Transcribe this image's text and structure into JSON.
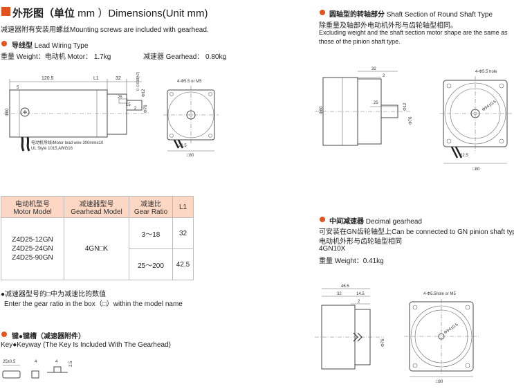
{
  "header": {
    "title_zh": "外形图（单位",
    "title_unit": " mm ）",
    "title_en": "Dimensions(Unit mm)",
    "note": "减速器附有安装用螺丝Mounting screws are included with gearhead."
  },
  "lead_wiring": {
    "label_zh": "导线型",
    "label_en": "Lead Wiring Type",
    "weight_motor": "重量 Weight：电动机 Motor： 1.7kg",
    "weight_gearhead": "减速器 Gearhead： 0.80kg",
    "drawing": {
      "dim_total": "120.5",
      "dim_l1": "L1",
      "dim_32": "32",
      "dim_25": "25",
      "dim_5": "5",
      "dim_2": "2",
      "dim_15": "15",
      "dim_phi80": "Φ80",
      "dim_phi12": "Φ12",
      "dim_phi76": "Φ76",
      "shaft_tol": "0 -0.018(h7)",
      "lead_note": "电动机导线/Motor lead wire 300mm±10",
      "lead_style": "UL Style 1015,AWG16",
      "hole_label": "4-Φ5.5 or M5",
      "dim_22_5": "22.5",
      "dim_sq80": "□80"
    }
  },
  "table": {
    "headers": [
      {
        "zh": "电动机型号",
        "en": "Motor Model"
      },
      {
        "zh": "减速器型号",
        "en": "Gearhead Model"
      },
      {
        "zh": "减速比",
        "en": "Gear Ratio"
      },
      {
        "zh": "L1",
        "en": ""
      }
    ],
    "motor_models": [
      "Z4D25-12GN",
      "Z4D25-24GN",
      "Z4D25-90GN"
    ],
    "gearhead_model": "4GN□K",
    "rows": [
      {
        "ratio": "3～18",
        "l1": "32"
      },
      {
        "ratio": "25～200",
        "l1": "42.5"
      }
    ]
  },
  "gear_note": {
    "zh": "●减速器型号的□中为减速比的数值",
    "en": "Enter the gear ratio in the box（□）within the model name"
  },
  "key": {
    "label": "键●键槽（减速器附件）",
    "desc": "Key●Keyway (The Key Is Included  With The Gearhead)",
    "dim_25": "25±0.5",
    "dim_4": "4",
    "dim_4b": "4",
    "dim_2_5": "2.5"
  },
  "round_shaft": {
    "label_zh": "圆轴型的转轴部分",
    "label_en": "Shaft Section of Round Shaft Type",
    "desc_zh": "除重量及轴部外电动机外形与齿轮轴型相同。",
    "desc_en1": "Excluding weight and the shaft section motor shape are the same as",
    "desc_en2": "those of the pinion shaft type.",
    "drawing": {
      "dim_32": "32",
      "dim_2": "2",
      "dim_25": "25",
      "dim_phi80": "Φ80",
      "dim_phi12": "Φ12",
      "dim_phi76": "Φ76",
      "hole_label": "4-Φ5.5 hole",
      "dim_phi94": "Φ94±0.5",
      "dim_22_5": "22.5",
      "dim_sq80": "□80"
    }
  },
  "decimal": {
    "label_zh": "中间减速器",
    "label_en": "Decimal gearhead",
    "line1": "可安装在GN齿轮轴型上Can be connected to GN pinion shaft type",
    "line2": "电动机外形与齿轮轴型相同",
    "model": "4GN10X",
    "weight": "重量 Weight：0.41kg",
    "drawing": {
      "dim_46_5": "46.5",
      "dim_32": "32",
      "dim_14_5": "14.5",
      "dim_2": "2",
      "dim_phi76": "Φ76",
      "hole_label": "4-Φ5.5hole or M5",
      "dim_phi94": "Φ94±0.5",
      "dim_sq80": "□80"
    }
  },
  "colors": {
    "accent": "#e2541e",
    "table_header": "#fbd7c4"
  }
}
